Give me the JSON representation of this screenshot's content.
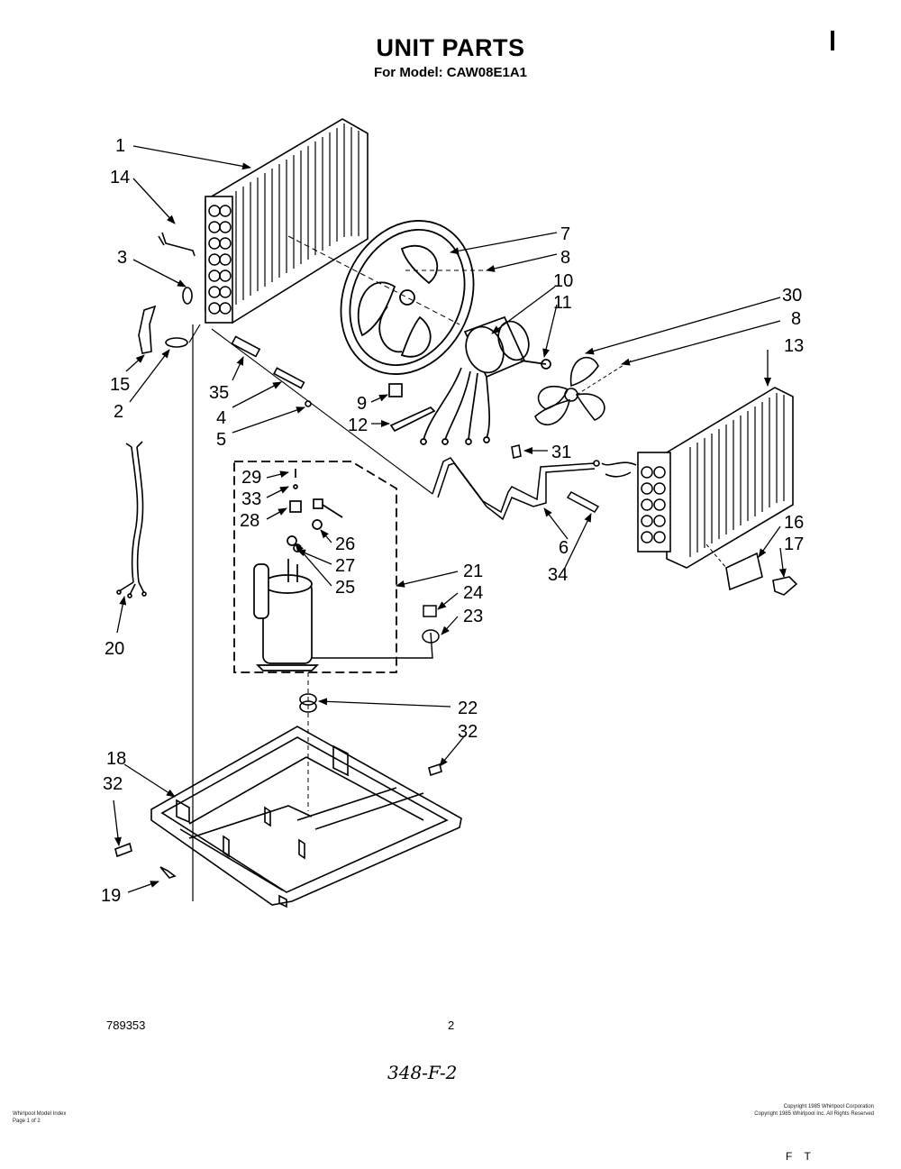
{
  "title": "UNIT PARTS",
  "model_line": "For Model: CAW08E1A1",
  "footer": {
    "part_number": "789353",
    "page_number": "2",
    "handwritten_code": "348-F-2",
    "bottom_left_fine_print": [
      "Whirlpool Model Index",
      "Page 1 of 2"
    ],
    "bottom_right_fine_print": [
      "Copyright 1985 Whirlpool Corporation",
      "Copyright 1985 Whirlpool Inc. All Rights Reserved"
    ],
    "bottom_right_marks": "F    T"
  },
  "callouts": [
    {
      "id": "1",
      "label": "1"
    },
    {
      "id": "14",
      "label": "14"
    },
    {
      "id": "3",
      "label": "3"
    },
    {
      "id": "15",
      "label": "15"
    },
    {
      "id": "2",
      "label": "2"
    },
    {
      "id": "35",
      "label": "35"
    },
    {
      "id": "4",
      "label": "4"
    },
    {
      "id": "5",
      "label": "5"
    },
    {
      "id": "7",
      "label": "7"
    },
    {
      "id": "8a",
      "label": "8"
    },
    {
      "id": "10",
      "label": "10"
    },
    {
      "id": "11",
      "label": "11"
    },
    {
      "id": "30",
      "label": "30"
    },
    {
      "id": "8b",
      "label": "8"
    },
    {
      "id": "13",
      "label": "13"
    },
    {
      "id": "9",
      "label": "9"
    },
    {
      "id": "12",
      "label": "12"
    },
    {
      "id": "31",
      "label": "31"
    },
    {
      "id": "29",
      "label": "29"
    },
    {
      "id": "33",
      "label": "33"
    },
    {
      "id": "28",
      "label": "28"
    },
    {
      "id": "26",
      "label": "26"
    },
    {
      "id": "27",
      "label": "27"
    },
    {
      "id": "25",
      "label": "25"
    },
    {
      "id": "21",
      "label": "21"
    },
    {
      "id": "24",
      "label": "24"
    },
    {
      "id": "23",
      "label": "23"
    },
    {
      "id": "6",
      "label": "6"
    },
    {
      "id": "34",
      "label": "34"
    },
    {
      "id": "16",
      "label": "16"
    },
    {
      "id": "17",
      "label": "17"
    },
    {
      "id": "20",
      "label": "20"
    },
    {
      "id": "22",
      "label": "22"
    },
    {
      "id": "32a",
      "label": "32"
    },
    {
      "id": "18",
      "label": "18"
    },
    {
      "id": "32b",
      "label": "32"
    },
    {
      "id": "19",
      "label": "19"
    }
  ]
}
